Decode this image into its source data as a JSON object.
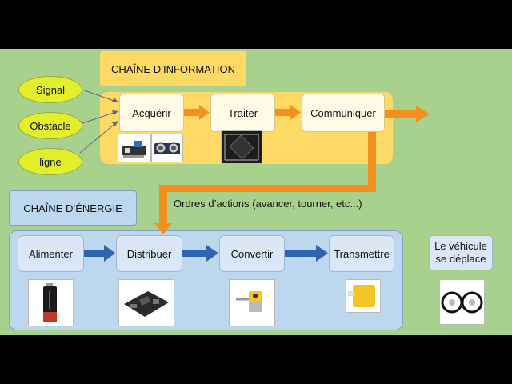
{
  "info_chain": {
    "title": "CHAÎNE D’INFORMATION",
    "inputs": [
      "Signal",
      "Obstacle",
      "ligne"
    ],
    "steps": [
      "Acquérir",
      "Traiter",
      "Communiquer"
    ]
  },
  "energy_chain": {
    "title": "CHAÎNE D’ÉNERGIE",
    "steps": [
      "Alimenter",
      "Distribuer",
      "Convertir",
      "Transmettre"
    ]
  },
  "orders_label": "Ordres d’actions (avancer, tourner, etc...)",
  "result_label": "Le véhicule se déplace",
  "colors": {
    "background": "#a9d18e",
    "info_panel": "#ffd966",
    "energy_panel": "#bdd7ee",
    "arrow_orange": "#f2901e",
    "arrow_blue": "#2e64b0",
    "ellipse": "#e3ef2a"
  },
  "icons": [
    "sensor-module-icon",
    "ultrasonic-sensor-icon",
    "microcontroller-chip-icon",
    "battery-icon",
    "motor-driver-board-icon",
    "dc-motor-icon",
    "gearbox-icon",
    "wheels-icon"
  ]
}
